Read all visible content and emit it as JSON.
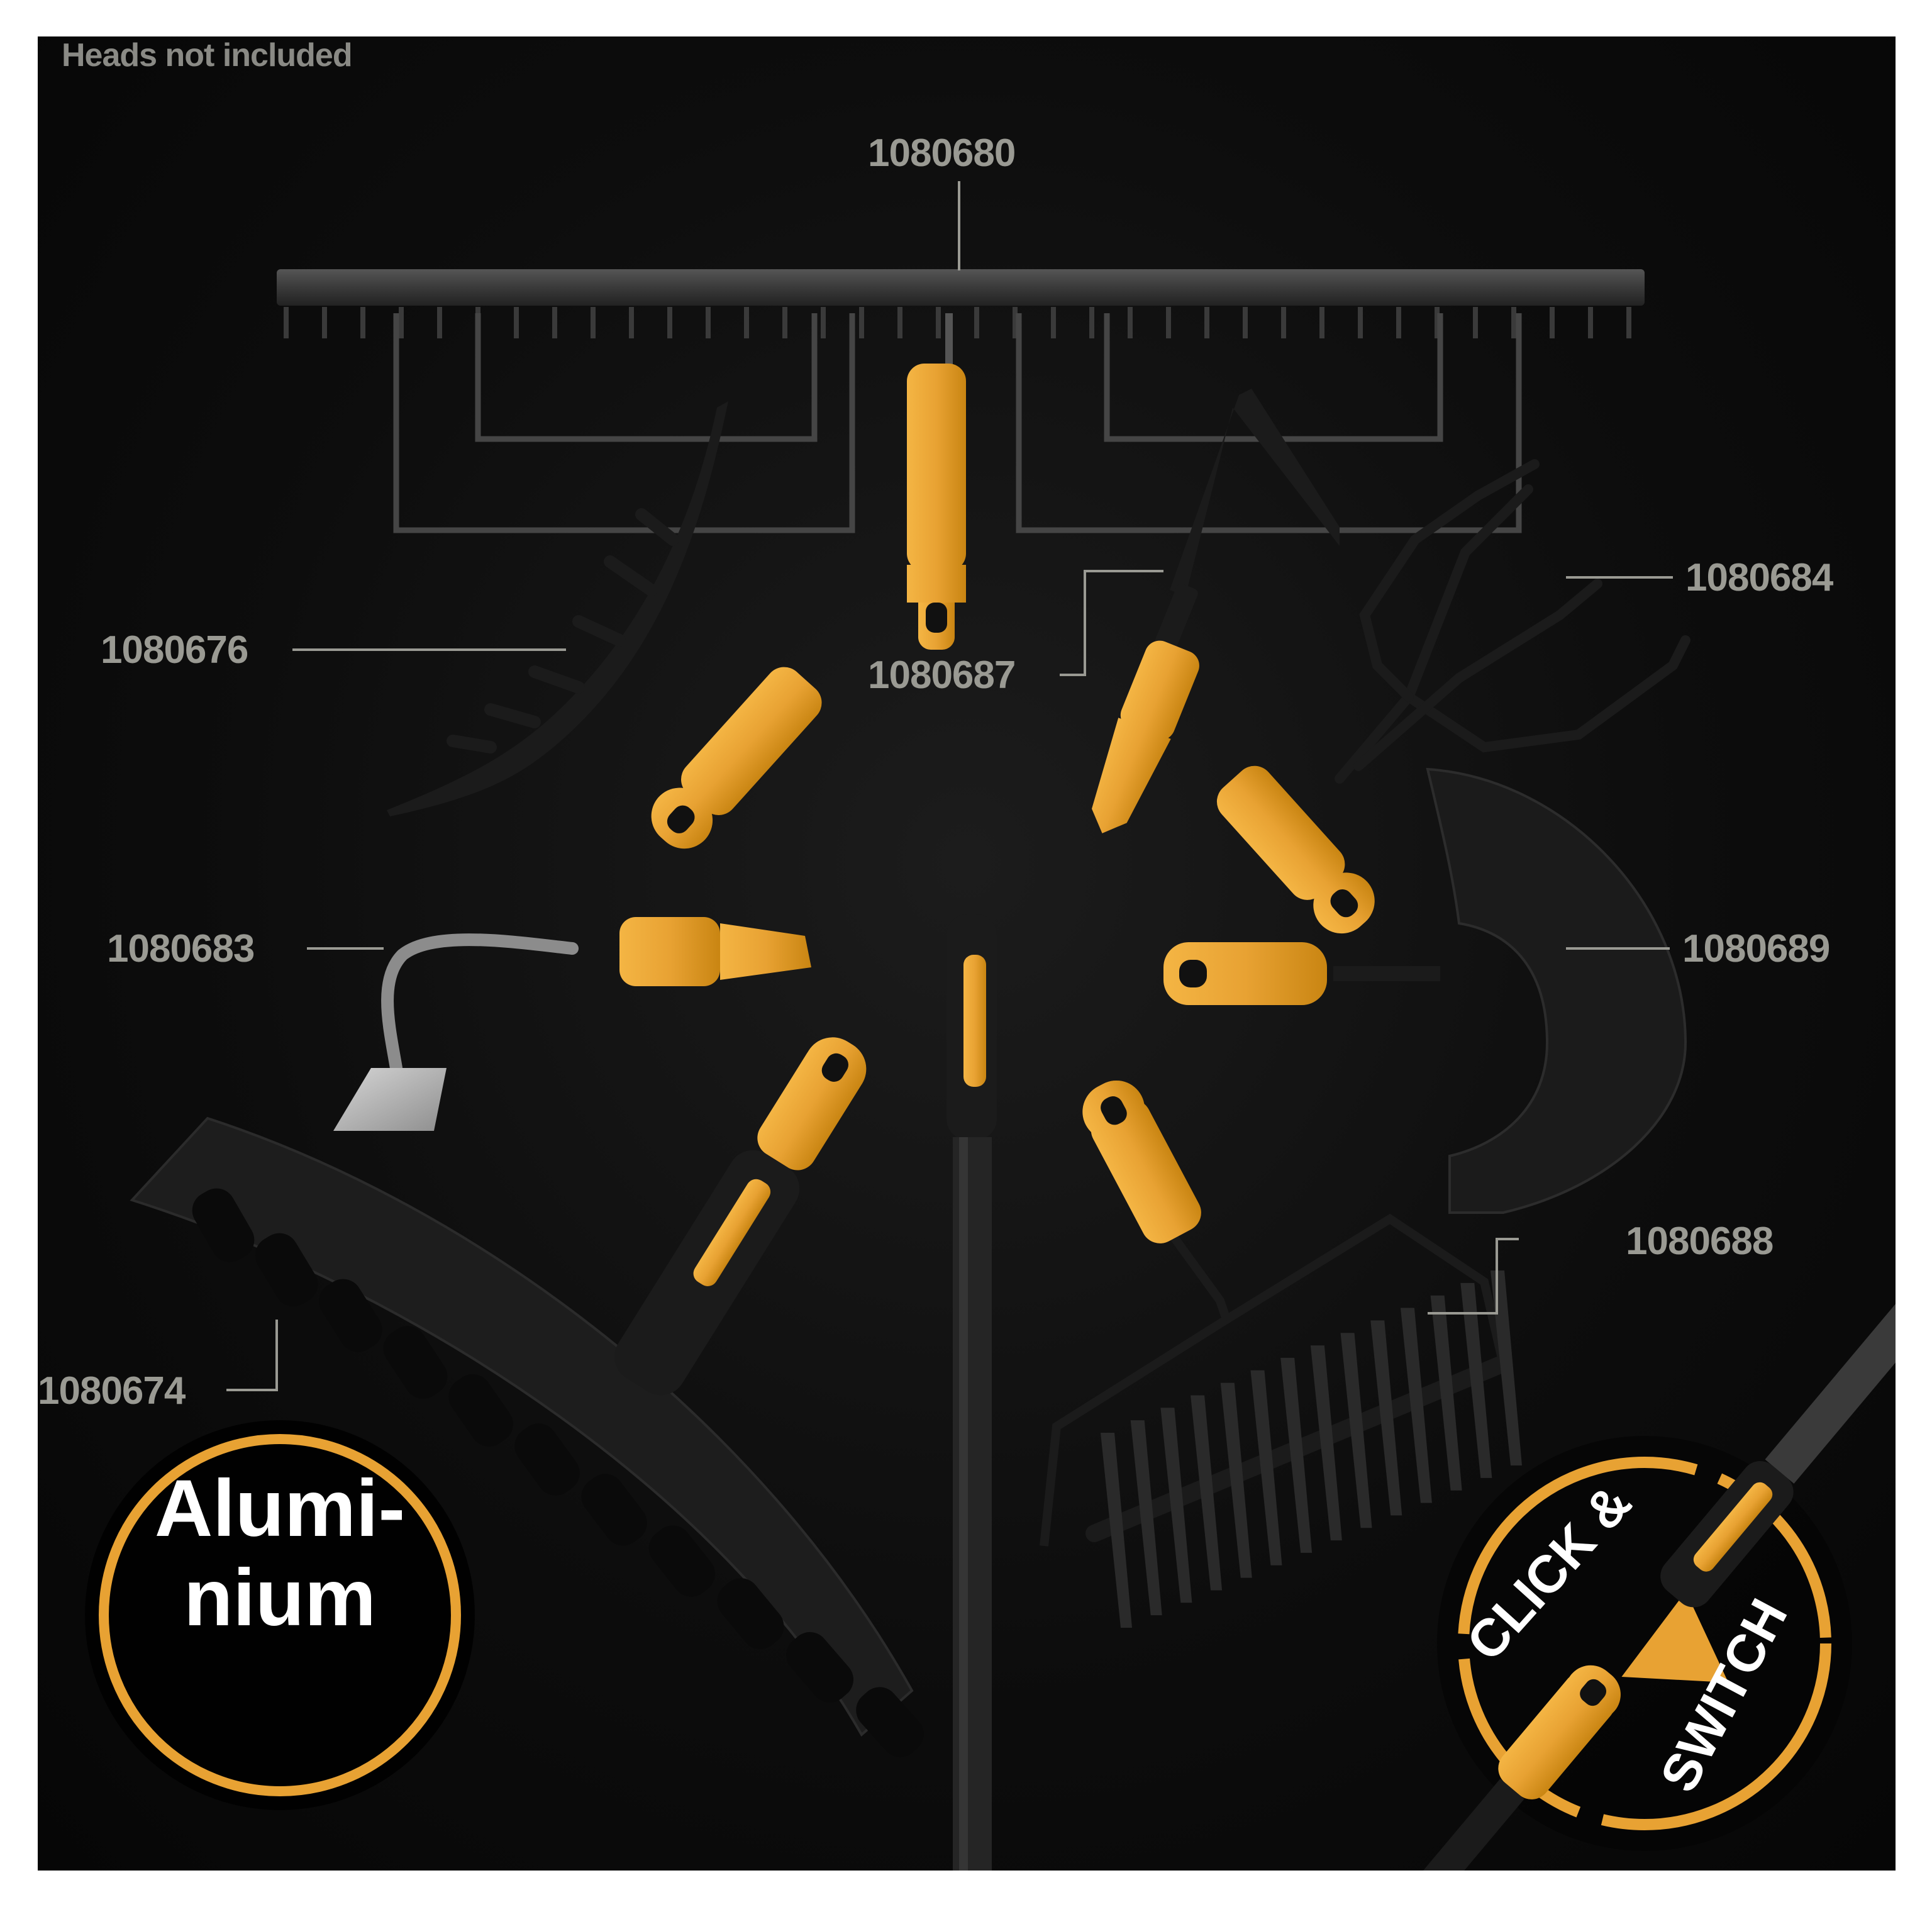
{
  "note": "Heads not included",
  "colors": {
    "background": "#0d0d0d",
    "label": "#9a9a93",
    "note": "#8a8a85",
    "accent": "#e8a233",
    "accent_dark": "#c98512",
    "tool_black": "#1b1b1b",
    "steel": "#3a3a3a",
    "badge_text": "#ffffff"
  },
  "labels": {
    "rake_wide": "1080680",
    "rake_curved": "1080676",
    "hoe": "1080687",
    "cultivator": "1080684",
    "scraper": "1080683",
    "edger": "1080689",
    "scarifier": "1080688",
    "leaf_rake": "1080674"
  },
  "badges": {
    "material": "Alumi-\nnium",
    "click_word": "CLICK &",
    "switch_word": "SWITCH"
  },
  "icons": {
    "play": "play-triangle-icon"
  }
}
